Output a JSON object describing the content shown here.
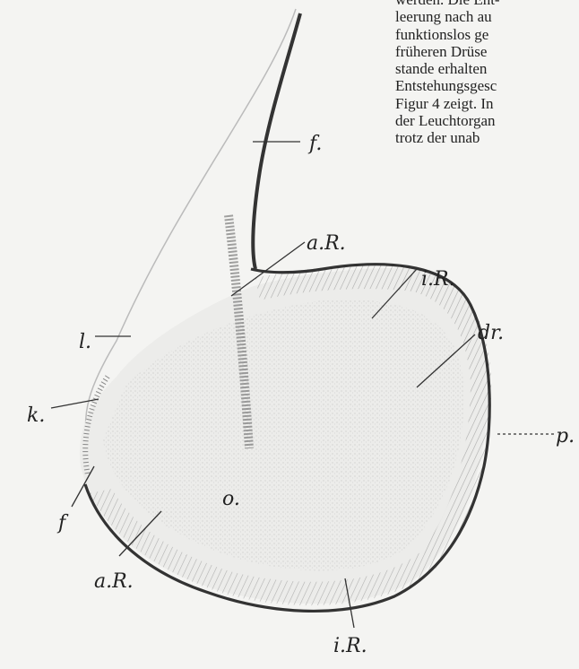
{
  "text_lines": [
    "werden. Die Ent-",
    "leerung nach au",
    "funktionslos   ge",
    "früheren Drüse",
    "stande erhalten",
    "Entstehungsgesc",
    "Figur 4 zeigt.  In",
    "der Leuchtorgan",
    "trotz   der unab"
  ],
  "labels": {
    "f_top": "f.",
    "aR_top": "a.R.",
    "iR_top": "i.R.",
    "dr": "dr.",
    "l": "l.",
    "k": "k.",
    "p": "p.",
    "f_left": "f",
    "o": "o.",
    "aR_bottom": "a.R.",
    "iR_bottom": "i.R."
  }
}
